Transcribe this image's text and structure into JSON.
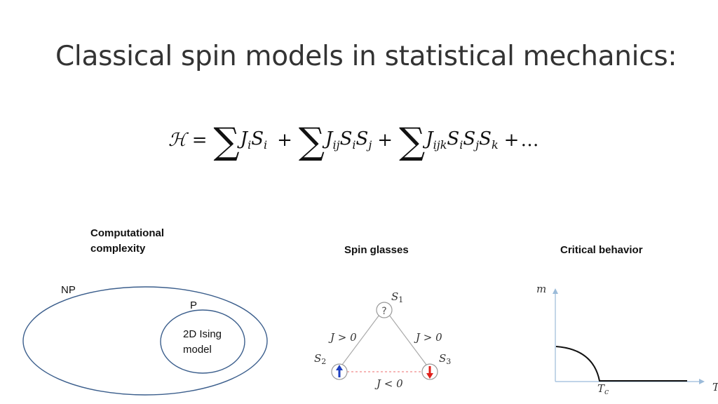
{
  "slide": {
    "title": "Classical spin models in statistical mechanics:",
    "equation": {
      "lhs": "ℋ",
      "equals": "=",
      "sum_symbol": "∑",
      "term1": {
        "coef": "J",
        "coef_sub": "i",
        "spins": [
          {
            "s": "S",
            "sub": "i"
          }
        ]
      },
      "term2": {
        "coef": "J",
        "coef_sub": "ij",
        "spins": [
          {
            "s": "S",
            "sub": "i"
          },
          {
            "s": "S",
            "sub": "j"
          }
        ]
      },
      "term3": {
        "coef": "J",
        "coef_sub": "ijk",
        "spins": [
          {
            "s": "S",
            "sub": "i"
          },
          {
            "s": "S",
            "sub": "j"
          },
          {
            "s": "S",
            "sub": "k"
          }
        ]
      },
      "plus": "+",
      "ellipsis": "…"
    },
    "panels": {
      "complexity": {
        "heading_line1": "Computational",
        "heading_line2": "complexity",
        "np_label": "NP",
        "p_label": "P",
        "inner_line1": "2D Ising",
        "inner_line2": "model"
      },
      "spin_glass": {
        "heading": "Spin glasses",
        "s1": "S",
        "s1_sub": "1",
        "s2": "S",
        "s2_sub": "2",
        "s3": "S",
        "s3_sub": "3",
        "unknown_spin": "?",
        "j_left": "J > 0",
        "j_right": "J > 0",
        "j_bottom": "J < 0",
        "colors": {
          "up_arrow": "#1e3fbf",
          "down_arrow": "#e0201b",
          "dashed_bond": "#f08a8a",
          "bond": "#aaaaaa"
        }
      },
      "critical": {
        "heading": "Critical behavior",
        "y_axis": "m",
        "x_axis": "T",
        "tc": "T",
        "tc_sub": "c",
        "colors": {
          "axis": "#9bbbd9",
          "curve": "#111111"
        }
      }
    },
    "colors": {
      "ellipse_stroke": "#3b5e8c",
      "title": "#333333"
    }
  }
}
